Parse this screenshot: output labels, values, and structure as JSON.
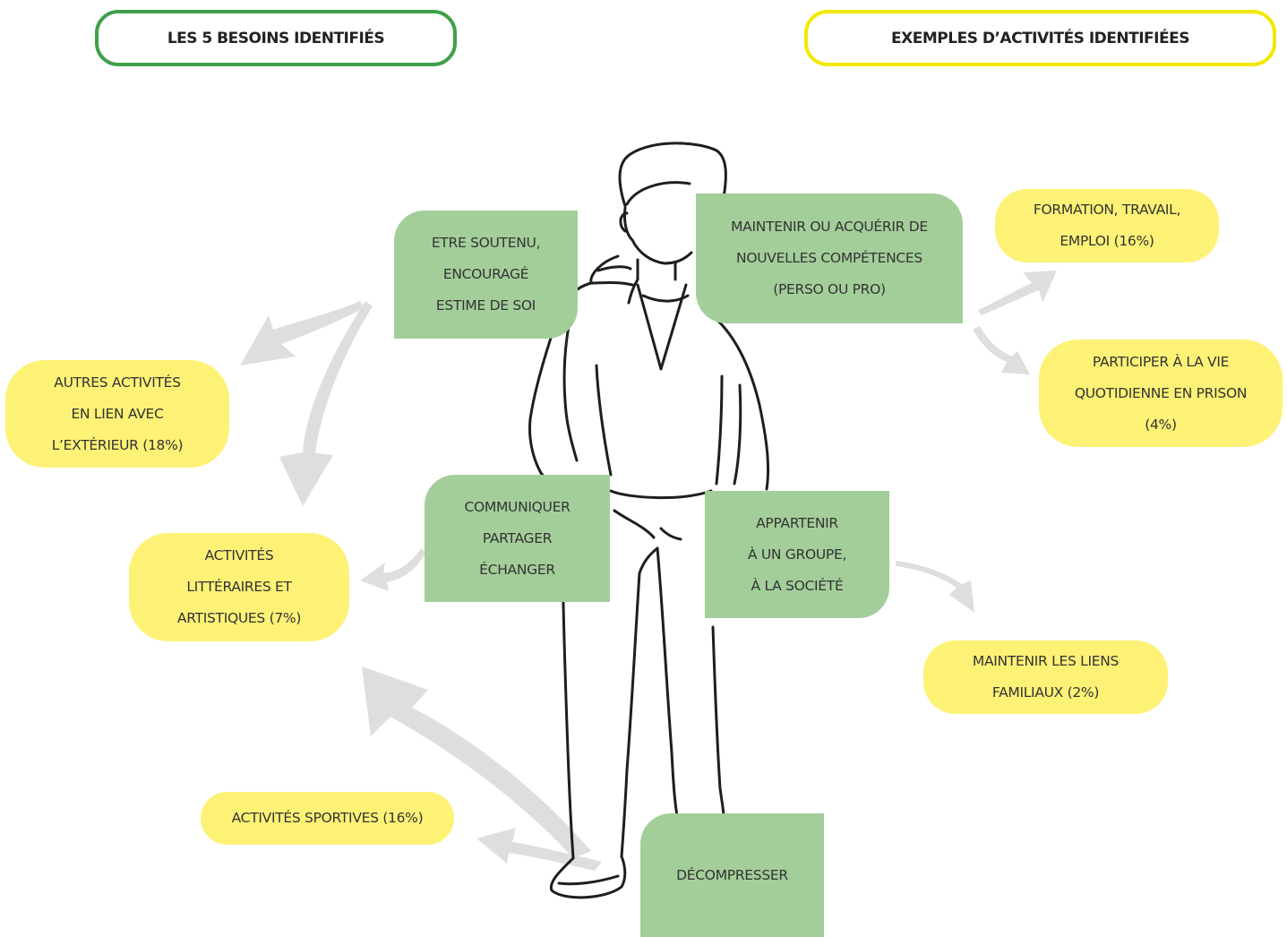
{
  "headers": {
    "needs_title": "LES 5 BESOINS IDENTIFIÉS",
    "activities_title": "EXEMPLES D’ACTIVITÉS IDENTIFIÉES"
  },
  "colors": {
    "needs_border": "#3fa04a",
    "activities_border": "#f2e800",
    "need_fill": "#a3ce9a",
    "activity_fill": "#fdf276",
    "arrow": "#dedede"
  },
  "needs": {
    "soutenu": "Etre soutenu,\nencouragé\nestime de soi",
    "competences": "Maintenir ou acquérir de\nnouvelles compétences\n(perso ou pro)",
    "communiquer": "Communiquer\npartager\néchanger",
    "appartenir": "Appartenir\nà un groupe,\nà la société",
    "decompresser": "Décompresser"
  },
  "activities": {
    "formation": "Formation, travail,\nemploi (16%)",
    "participer": "Participer à la vie\nquotidienne en prison\n(4%)",
    "autres": "Autres activités\nen lien avec\nl’extérieur (18%)",
    "litteraires": "Activités\nlittéraires et\nartistiques (7%)",
    "familiaux": "Maintenir les liens\nfamiliaux (2%)",
    "sportives": "Activités sportives (16%)"
  },
  "illustration": {
    "figure": "standing-man-outline",
    "arrows": "curved-grey-arrows"
  }
}
